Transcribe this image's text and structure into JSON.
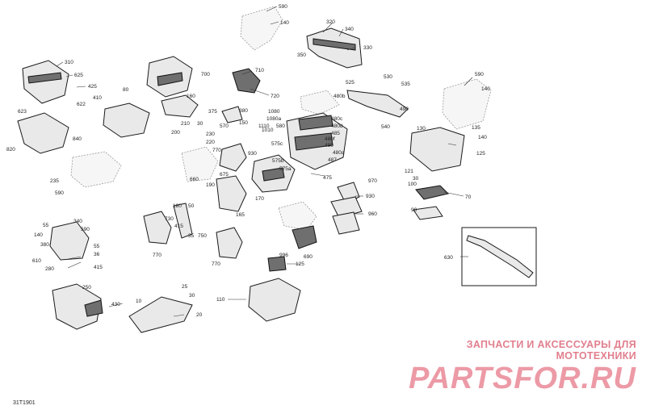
{
  "diagram": {
    "document_code": "31T1901",
    "watermark": {
      "subtitle": "ЗАПЧАСТИ И АКСЕССУАРЫ ДЛЯ МОТОТЕХНИКИ",
      "brand": "PARTSFOR.RU"
    },
    "callouts": [
      "590",
      "140",
      "320",
      "340",
      "330",
      "350",
      "310",
      "625",
      "425",
      "410",
      "622",
      "710",
      "700",
      "720",
      "160",
      "375",
      "380",
      "150",
      "80",
      "230",
      "220",
      "200",
      "210",
      "30",
      "570",
      "623",
      "820",
      "840",
      "525",
      "530",
      "535",
      "480b",
      "540",
      "490",
      "1080",
      "1080a",
      "1110",
      "580",
      "480c",
      "480d",
      "485",
      "480f",
      "575c",
      "575b",
      "575a",
      "480a",
      "480",
      "487",
      "475",
      "1010",
      "590",
      "140",
      "130",
      "135",
      "140",
      "125",
      "121",
      "100",
      "30",
      "70",
      "90",
      "770",
      "930",
      "675",
      "660",
      "190",
      "165",
      "170",
      "970",
      "930",
      "960",
      "235",
      "590",
      "180",
      "50",
      "730",
      "415",
      "35",
      "770",
      "750",
      "770",
      "55",
      "140",
      "340",
      "590",
      "380",
      "55",
      "36",
      "610",
      "280",
      "415",
      "630",
      "996",
      "125",
      "690",
      "25",
      "30",
      "250",
      "430",
      "10",
      "20",
      "110"
    ]
  }
}
